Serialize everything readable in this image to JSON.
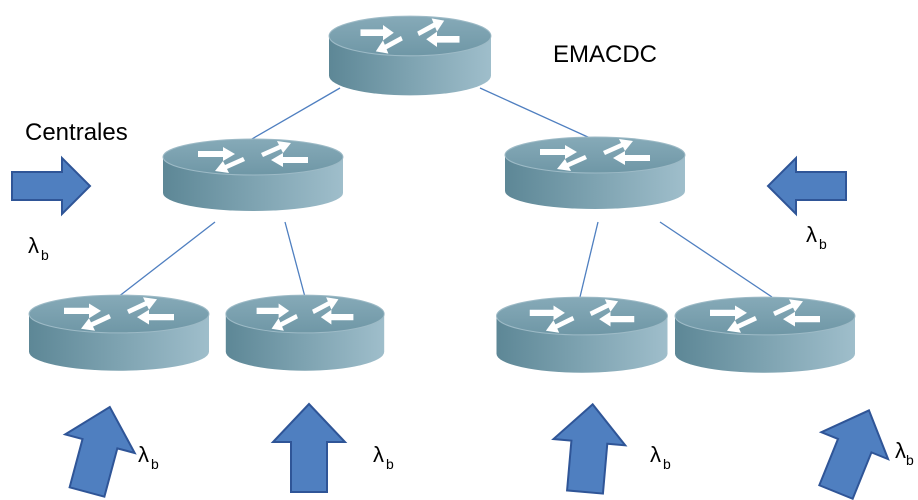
{
  "nodes": {
    "root": {
      "label": "EMACDC"
    },
    "left_group_label": "Centrales",
    "lambda_symbol": "λ",
    "lambda_subscript": "b"
  },
  "colors": {
    "router_top": "#7fa5b4",
    "router_side": "#5f8998",
    "link": "#4f7fc0",
    "arrow_fill": "#4f7fc0",
    "arrow_stroke": "#2f5597"
  },
  "icons": [
    "router-icon",
    "arrow-right-icon",
    "arrow-left-icon",
    "arrow-up-icon"
  ]
}
